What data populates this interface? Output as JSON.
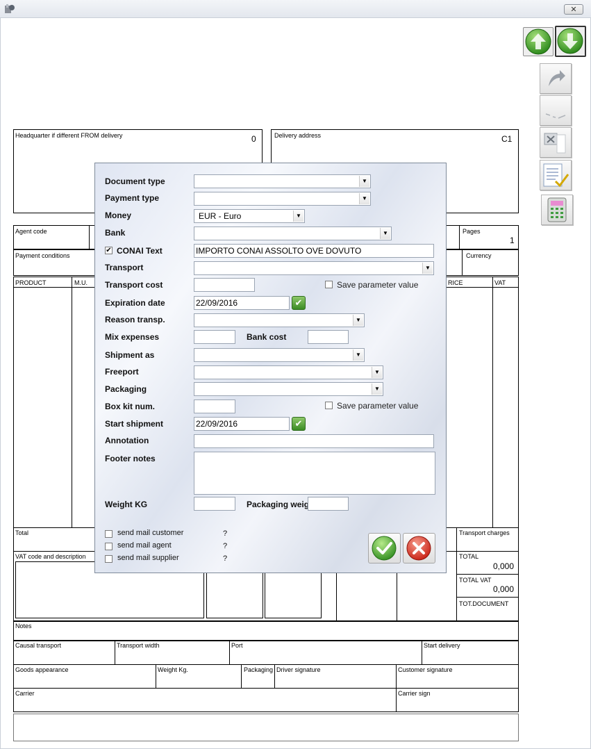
{
  "window": {
    "close_glyph": "✕"
  },
  "form": {
    "headquarter_label": "Headquarter if different FROM delivery",
    "headquarter_value": "0",
    "delivery_label": "Delivery address",
    "delivery_value": "C1",
    "agent_code_label": "Agent code",
    "pages_label": "Pages",
    "pages_value": "1",
    "payment_conditions_label": "Payment conditions",
    "currency_label": "Currency",
    "col_product": "PRODUCT",
    "col_mu": "M.U.",
    "col_price": "RICE",
    "col_vat": "VAT",
    "total_label": "Total",
    "transport_charges_label": "Transport charges",
    "vat_code_label": "VAT code and description",
    "total_sum_label": "TOTAL",
    "total_sum_value": "0,000",
    "total_vat_label": "TOTAL VAT",
    "total_vat_value": "0,000",
    "tot_document_label": "TOT.DOCUMENT",
    "notes_label": "Notes",
    "causal_transport_label": "Causal transport",
    "transport_width_label": "Transport width",
    "port_label": "Port",
    "start_delivery_label": "Start delivery",
    "goods_appearance_label": "Goods appearance",
    "weight_kg_label": "Weight Kg.",
    "packaging_label": "Packaging",
    "driver_signature_label": "Driver signature",
    "customer_signature_label": "Customer signature",
    "carrier_label": "Carrier",
    "carrier_sign_label": "Carrier sign"
  },
  "dialog": {
    "document_type_label": "Document type",
    "payment_type_label": "Payment type",
    "money_label": "Money",
    "money_value": "EUR - Euro",
    "bank_label": "Bank",
    "conai_label": "CONAI Text",
    "conai_checked": true,
    "conai_value": "IMPORTO CONAI ASSOLTO OVE DOVUTO",
    "transport_label": "Transport",
    "transport_cost_label": "Transport cost",
    "save_param_label": "Save parameter value",
    "expiration_label": "Expiration date",
    "expiration_value": "22/09/2016",
    "reason_label": "Reason transp.",
    "mix_expenses_label": "Mix expenses",
    "bank_cost_label": "Bank cost",
    "shipment_as_label": "Shipment as",
    "freeport_label": "Freeport",
    "packaging_label": "Packaging",
    "box_kit_label": "Box kit num.",
    "save_param_label_2": "Save parameter value",
    "start_shipment_label": "Start shipment",
    "start_shipment_value": "22/09/2016",
    "annotation_label": "Annotation",
    "footer_notes_label": "Footer notes",
    "weight_kg_label": "Weight KG",
    "packaging_weight_label": "Packaging weig",
    "send_mail_customer": "send mail customer",
    "send_mail_agent": "send mail agent",
    "send_mail_supplier": "send mail supplier",
    "help_mark": "?",
    "dropdown_glyph": "▼",
    "check_glyph": "✔"
  },
  "icons": {
    "app": "app-icon",
    "up": "arrow-up-icon",
    "down": "arrow-down-icon",
    "redo": "redo-arrow-icon",
    "signature": "signature-icon",
    "excel": "excel-export-icon",
    "checklist": "checklist-icon",
    "calculator": "calculator-icon",
    "confirm": "confirm-check-icon",
    "cancel": "cancel-x-icon"
  }
}
